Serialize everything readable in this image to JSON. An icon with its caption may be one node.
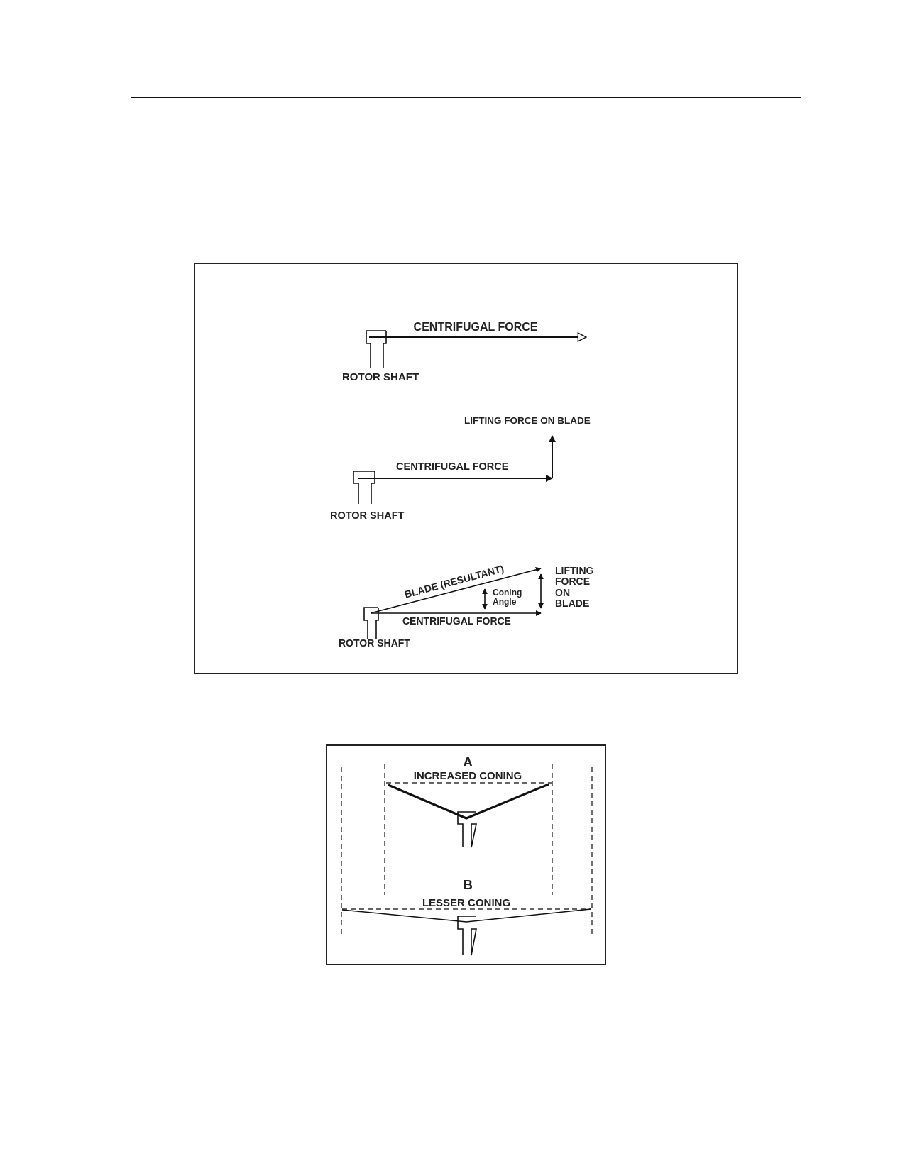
{
  "diagram": {
    "labels": [
      "CENTRIFUGAL FORCE",
      "ROTOR SHAFT",
      "LIFTING FORCE ON BLADE",
      "CENTRIFUGAL FORCE",
      "ROTOR SHAFT",
      "BLADE (RESULTANT)",
      "LIFTING FORCE ON BLADE",
      "Coning Angle",
      "CENTRIFUGAL FORCE",
      "ROTOR SHAFT",
      "A",
      "INCREASED CONING",
      "B",
      "LESSER CONING"
    ]
  }
}
